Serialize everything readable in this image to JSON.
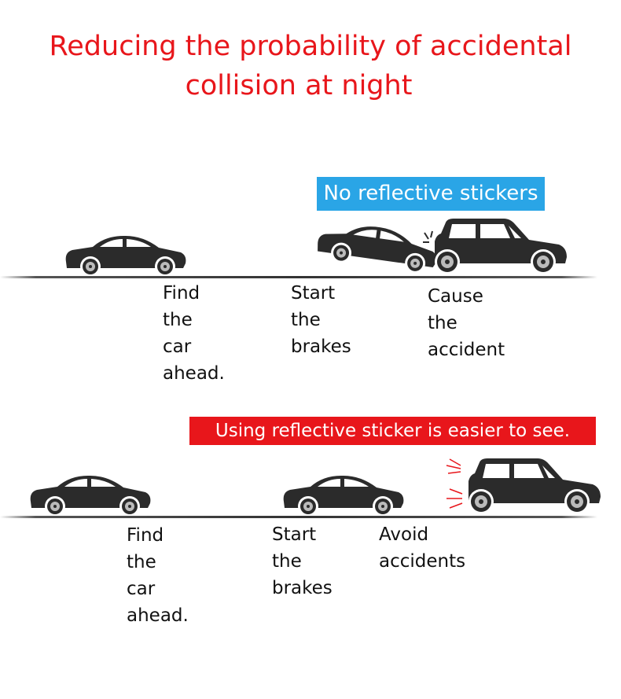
{
  "title": {
    "line1": "Reducing the probability of accidental",
    "line2": "collision at night"
  },
  "scenario_without": {
    "badge": "No reflective stickers",
    "labels": [
      [
        "Find",
        "the",
        "car",
        "ahead."
      ],
      [
        "Start",
        "the",
        "brakes"
      ],
      [
        "Cause",
        "the",
        "accident"
      ]
    ]
  },
  "scenario_with": {
    "badge": "Using reflective sticker is easier to see.",
    "labels": [
      [
        "Find",
        "the",
        "car",
        "ahead."
      ],
      [
        "Start",
        "the",
        "brakes"
      ],
      [
        "Avoid",
        "accidents"
      ]
    ]
  },
  "colors": {
    "title": "#e8161b",
    "badge_blue": "#2aa5e6",
    "badge_red": "#e8161b",
    "car": "#2b2b2b"
  },
  "icons": [
    "sedan-car-icon",
    "suv-car-icon",
    "reflection-glow-icon"
  ]
}
